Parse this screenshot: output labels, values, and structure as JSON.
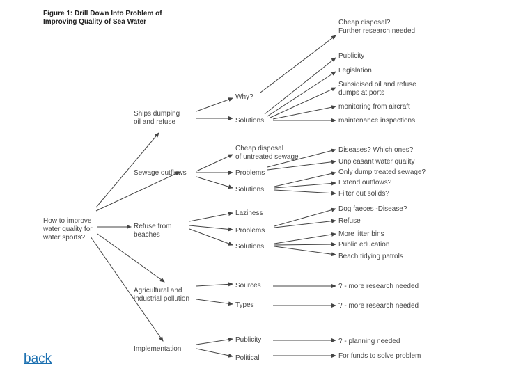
{
  "title": [
    "Figure 1: Drill Down Into Problem of",
    "Improving Quality of Sea Water"
  ],
  "back_link": "back",
  "colors": {
    "line": "#444444",
    "text": "#444444",
    "link": "#1a6fb0"
  },
  "nodes": {
    "root": [
      "How to improve",
      "water quality for",
      "water sports?"
    ],
    "ships": [
      "Ships dumping",
      "oil and refuse"
    ],
    "sewage": [
      "Sewage outflows"
    ],
    "refuse": [
      "Refuse from",
      "beaches"
    ],
    "agri": [
      "Agricultural and",
      "industrial pollution"
    ],
    "impl": [
      "Implementation"
    ],
    "ships_why": [
      "Why?"
    ],
    "ships_sol": [
      "Solutions"
    ],
    "sew_cheap": [
      "Cheap disposal",
      "of untreated sewage"
    ],
    "sew_prob": [
      "Problems"
    ],
    "sew_sol": [
      "Solutions"
    ],
    "ref_lazy": [
      "Laziness"
    ],
    "ref_prob": [
      "Problems"
    ],
    "ref_sol": [
      "Solutions"
    ],
    "agri_src": [
      "Sources"
    ],
    "agri_types": [
      "Types"
    ],
    "impl_pub": [
      "Publicity"
    ],
    "impl_pol": [
      "Political"
    ],
    "why_ans": [
      "Cheap disposal?",
      "Further research needed"
    ],
    "sol_pub": [
      "Publicity"
    ],
    "sol_leg": [
      "Legislation"
    ],
    "sol_dumps": [
      "Subsidised oil and refuse",
      "dumps at ports"
    ],
    "sol_air": [
      "monitoring from aircraft"
    ],
    "sol_maint": [
      "maintenance inspections"
    ],
    "prob_dis": [
      "Diseases? Which ones?"
    ],
    "prob_unp": [
      "Unpleasant water quality"
    ],
    "sol_only": [
      "Only dump treated sewage?"
    ],
    "sol_ext": [
      "Extend outflows?"
    ],
    "sol_filt": [
      "Filter out solids?"
    ],
    "rprob_dog": [
      "Dog faeces  -Disease?"
    ],
    "rprob_ref": [
      "Refuse"
    ],
    "rsol_bins": [
      "More litter bins"
    ],
    "rsol_edu": [
      "Public education"
    ],
    "rsol_patrol": [
      "Beach tidying patrols"
    ],
    "src_ans": [
      "? - more research needed"
    ],
    "types_ans": [
      "? - more research needed"
    ],
    "pub_ans": [
      "? - planning needed"
    ],
    "pol_ans": [
      "For funds to solve problem"
    ]
  }
}
